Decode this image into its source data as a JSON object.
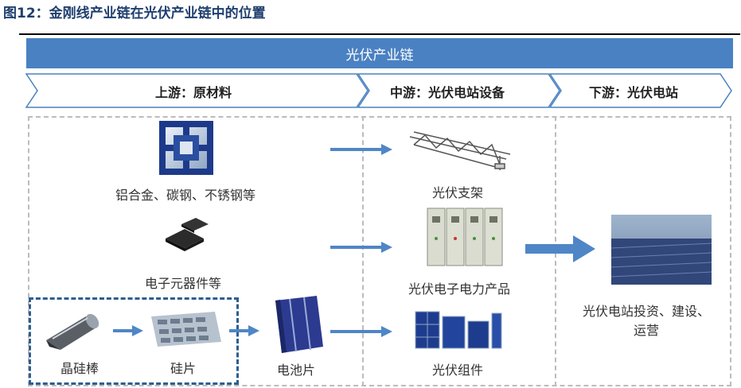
{
  "figure": {
    "title": "图12：金刚线产业链在光伏产业链中的位置"
  },
  "banner": {
    "label": "光伏产业链"
  },
  "stages": {
    "upstream": "上游：原材料",
    "midstream": "中游：光伏电站设备",
    "downstream": "下游：光伏电站"
  },
  "items": {
    "aluminum": "铝合金、碳钢、不锈钢等",
    "electronics": "电子元器件等",
    "ingot": "晶硅棒",
    "wafer": "硅片",
    "cell": "电池片",
    "mount": "光伏支架",
    "power_products": "光伏电子电力产品",
    "modules": "光伏组件",
    "plant_line1": "光伏电站投资、建设、",
    "plant_line2": "运营"
  },
  "colors": {
    "title": "#1f3f6e",
    "banner": "#4a81c2",
    "arrow": "#4f86c6",
    "silicon_box_border": "#2e5f8f",
    "grid_dash": "#bcbcbc"
  },
  "icons": {
    "aluminum": "aluminum-profile-icon",
    "electronics": "chip-icon",
    "ingot": "silicon-ingot-icon",
    "wafer": "silicon-wafer-icon",
    "cell": "solar-cell-icon",
    "mount": "pv-mount-icon",
    "power_products": "power-cabinet-icon",
    "modules": "solar-module-icon",
    "plant": "solar-plant-photo"
  }
}
